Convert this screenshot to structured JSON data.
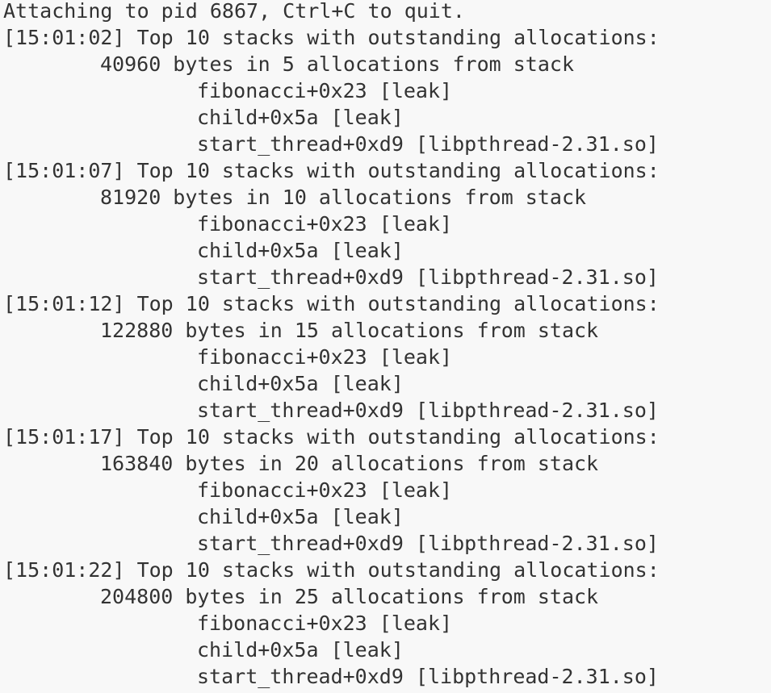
{
  "header": "Attaching to pid 6867, Ctrl+C to quit.",
  "reports": [
    {
      "heading": "[15:01:02] Top 10 stacks with outstanding allocations:",
      "summary": "40960 bytes in 5 allocations from stack",
      "frames": [
        "fibonacci+0x23 [leak]",
        "child+0x5a [leak]",
        "start_thread+0xd9 [libpthread-2.31.so]"
      ]
    },
    {
      "heading": "[15:01:07] Top 10 stacks with outstanding allocations:",
      "summary": "81920 bytes in 10 allocations from stack",
      "frames": [
        "fibonacci+0x23 [leak]",
        "child+0x5a [leak]",
        "start_thread+0xd9 [libpthread-2.31.so]"
      ]
    },
    {
      "heading": "[15:01:12] Top 10 stacks with outstanding allocations:",
      "summary": "122880 bytes in 15 allocations from stack",
      "frames": [
        "fibonacci+0x23 [leak]",
        "child+0x5a [leak]",
        "start_thread+0xd9 [libpthread-2.31.so]"
      ]
    },
    {
      "heading": "[15:01:17] Top 10 stacks with outstanding allocations:",
      "summary": "163840 bytes in 20 allocations from stack",
      "frames": [
        "fibonacci+0x23 [leak]",
        "child+0x5a [leak]",
        "start_thread+0xd9 [libpthread-2.31.so]"
      ]
    },
    {
      "heading": "[15:01:22] Top 10 stacks with outstanding allocations:",
      "summary": "204800 bytes in 25 allocations from stack",
      "frames": [
        "fibonacci+0x23 [leak]",
        "child+0x5a [leak]",
        "start_thread+0xd9 [libpthread-2.31.so]"
      ]
    }
  ]
}
